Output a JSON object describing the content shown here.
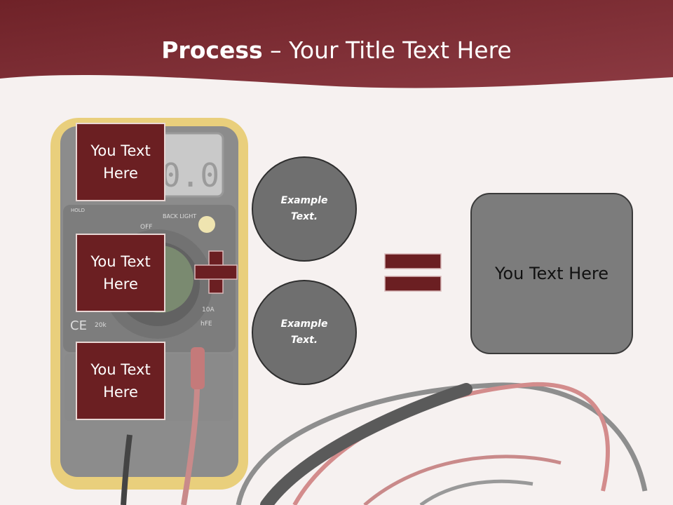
{
  "slide": {
    "title_bold": "Process",
    "title_rest": " – Your Title Text Here",
    "boxes": [
      {
        "line1": "You Text",
        "line2": "Here"
      },
      {
        "line1": "You Text",
        "line2": "Here"
      },
      {
        "line1": "You Text",
        "line2": "Here"
      }
    ],
    "circles": [
      {
        "line1": "Example",
        "line2": "Text."
      },
      {
        "line1": "Example",
        "line2": "Text."
      }
    ],
    "result_text": "You Text Here"
  },
  "colors": {
    "header": "#7e2a32",
    "box_fill": "#6b1f22",
    "operator": "#6b1f22",
    "circle_fill": "#6f6f6f",
    "result_fill": "#7c7c7c"
  },
  "icons": [
    "multimeter-background-image",
    "plus-icon",
    "equals-icon"
  ]
}
